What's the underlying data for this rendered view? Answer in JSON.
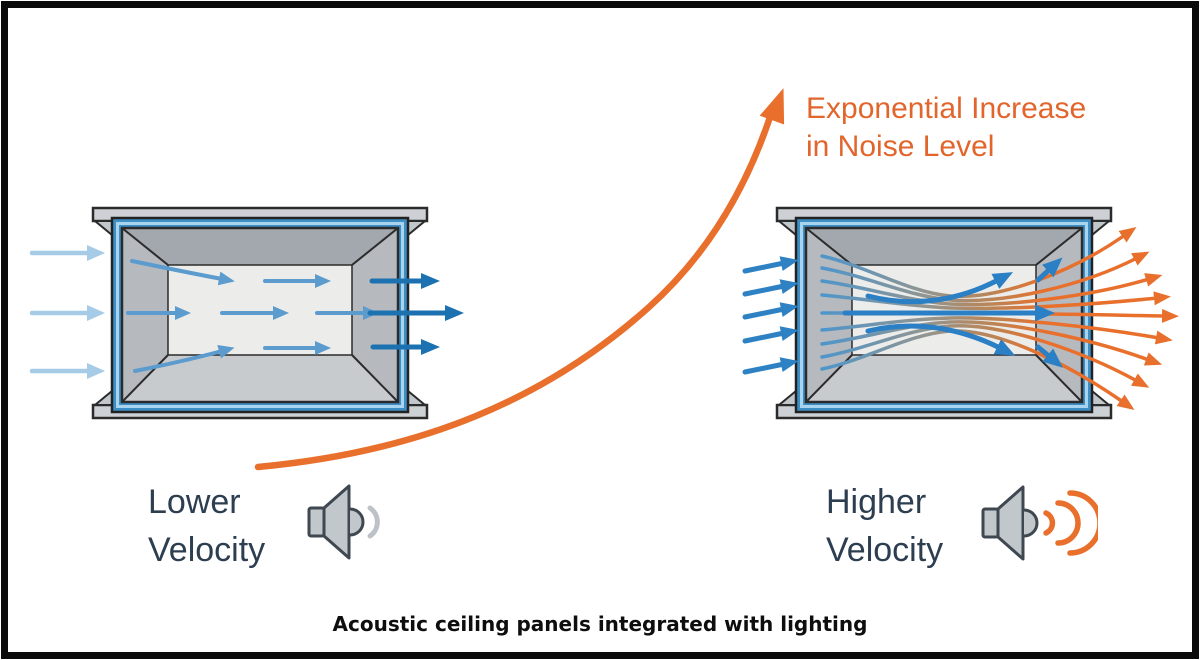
{
  "annotation": {
    "line1": "Exponential Increase",
    "line2": "in Noise Level"
  },
  "left_duct": {
    "label_line1": "Lower",
    "label_line2": "Velocity",
    "inflow_arrow_count": 3,
    "internal_arrow_rows": 3,
    "outflow_arrow_count": 3,
    "flow_style": "straight, low-density",
    "arrow_color_theme": "blue",
    "speaker_wave_count": 1,
    "speaker_wave_color": "gray"
  },
  "right_duct": {
    "label_line1": "Higher",
    "label_line2": "Velocity",
    "inflow_arrow_count": 5,
    "streamline_count": 9,
    "outflow_arrow_count": 9,
    "flow_style": "constricted venturi, high-density fan-out",
    "arrow_color_theme": "blue-to-orange",
    "speaker_wave_count": 3,
    "speaker_wave_color": "orange"
  },
  "caption": "Acoustic ceiling panels integrated with lighting",
  "colors": {
    "orange": "#E8702C",
    "orange_text": "#E2652C",
    "blue_light": "#A5CBE7",
    "blue_mid": "#5B9BCE",
    "blue_strong": "#2E82C4",
    "blue_bold": "#2B7FC4",
    "blue_dark": "#1C72B0",
    "frame_blue": "#3E8EC6",
    "frame_blue_light": "#A8D4F0",
    "flange_gray": "#CDD1D5",
    "wall_top": "#A3A8AE",
    "wall_side": "#B6BABF",
    "wall_bottom": "#C7CBCE",
    "back_panel": "#ECECEA",
    "outline": "#2B2B2B",
    "label_text": "#2C3E50",
    "caption_text": "#0E0E0E",
    "speaker_gray": "#C2C7CC",
    "wave_gray": "#BDC2C8"
  }
}
